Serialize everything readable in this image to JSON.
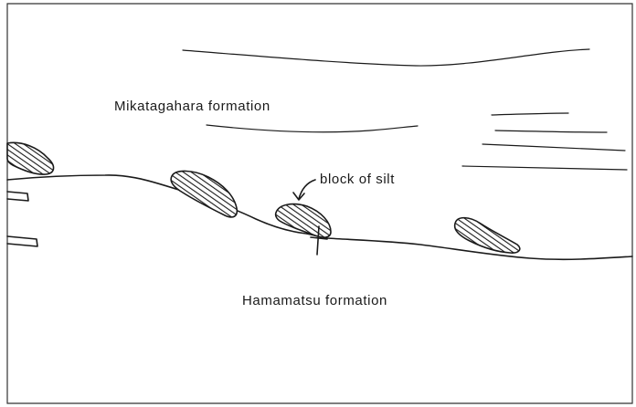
{
  "labels": {
    "upper_formation": "Mikatagahara formation",
    "lower_formation": "Hamamatsu formation",
    "block_annotation": "block of silt"
  }
}
